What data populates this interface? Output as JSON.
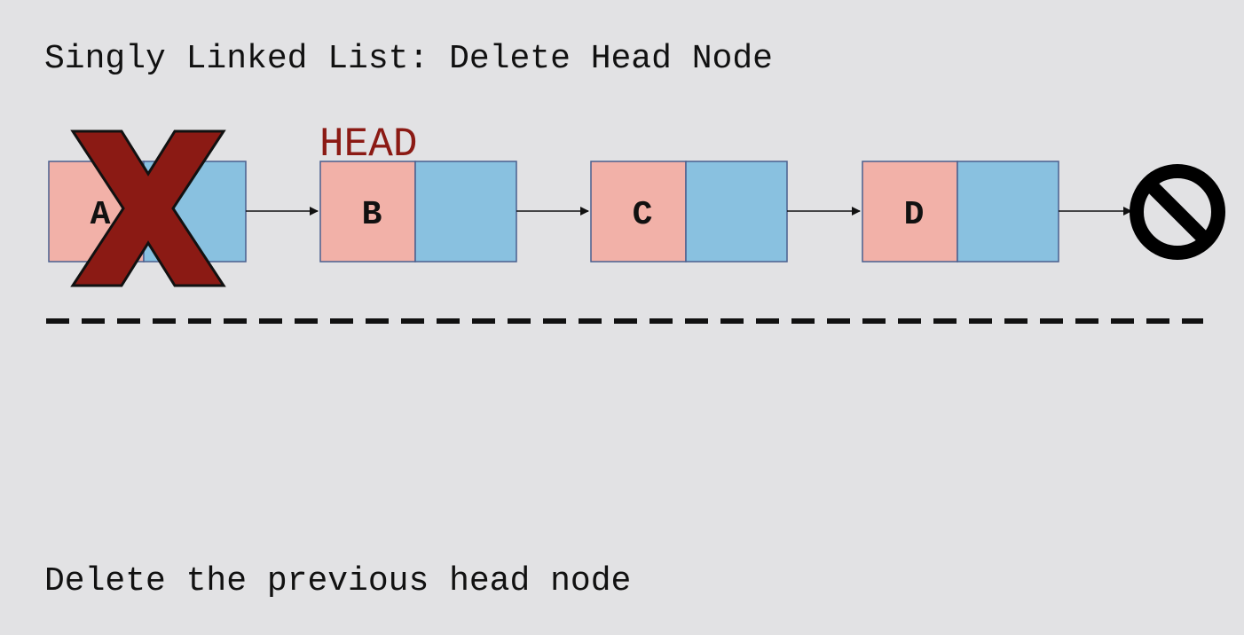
{
  "diagram": {
    "title": "Singly Linked List: Delete Head Node",
    "caption": "Delete the previous head node",
    "head_label": "HEAD",
    "nodes": [
      {
        "value": "A",
        "deleted": true
      },
      {
        "value": "B",
        "deleted": false
      },
      {
        "value": "C",
        "deleted": false
      },
      {
        "value": "D",
        "deleted": false
      }
    ],
    "terminator": "null-icon",
    "colors": {
      "background": "#e2e2e4",
      "data_cell": "#f2b1a8",
      "next_cell": "#89c1e0",
      "border": "#4a5f8e",
      "head_label": "#8b1a14",
      "delete_mark": "#8b1a14",
      "text": "#111111"
    }
  }
}
